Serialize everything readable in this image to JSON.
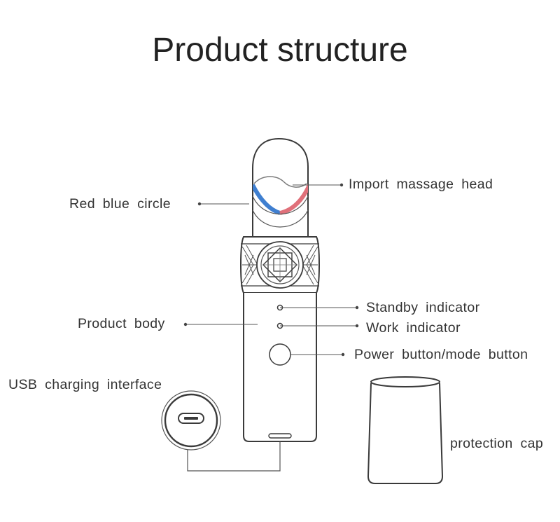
{
  "title": "Product structure",
  "labels": {
    "massage_head": "Import massage head",
    "red_blue_circle": "Red blue circle",
    "standby_indicator": "Standby indicator",
    "work_indicator": "Work indicator",
    "product_body": "Product body",
    "power_button": "Power button/mode button",
    "usb_interface": "USB charging interface",
    "protection_cap": "protection cap"
  },
  "colors": {
    "outline": "#3a3a3a",
    "leader": "#555555",
    "blue_ring": "#3f7fd0",
    "red_ring": "#e0707a",
    "background": "#ffffff"
  }
}
